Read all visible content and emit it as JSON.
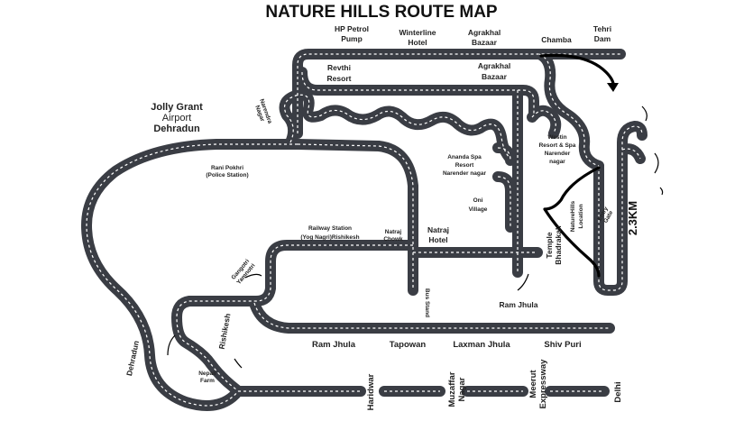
{
  "title": "NATURE HILLS ROUTE MAP",
  "places": {
    "hp_petrol_pump": [
      "HP Petrol",
      "Pump"
    ],
    "winterline_hotel": [
      "Winterline",
      "Hotel"
    ],
    "agrakhal_bazaar_top": [
      "Agrakhal",
      "Bazaar"
    ],
    "chamba": "Chamba",
    "tehri_dam": [
      "Tehri",
      "Dam"
    ],
    "revthi_resort": [
      "Revthi",
      "Resort"
    ],
    "agrakhal_bazaar_mid": [
      "Agrakhal",
      "Bazaar"
    ],
    "jolly_grant": [
      "Jolly Grant",
      "Airport",
      "Dehradun"
    ],
    "narendra_nagar": [
      "Narendra",
      "Nagar"
    ],
    "westin_resort": [
      "Westin",
      "Resort & Spa",
      "Narender",
      "nagar"
    ],
    "ananda_spa": [
      "Ananda Spa",
      "Resort",
      "Narender nagar"
    ],
    "rani_pokhri": [
      "Rani Pokhri",
      "(Police Station)"
    ],
    "oni_village": [
      "Oni",
      "Village"
    ],
    "naturehills_location": [
      "NatureHills",
      "Location"
    ],
    "entry_gate": [
      "Entry",
      "Gate"
    ],
    "distance": "2.3KM",
    "railway_station": [
      "Railway Station",
      "(Yog Nagri)Rishikesh"
    ],
    "natraj_chowk": [
      "Natraj",
      "Chowk"
    ],
    "natraj_hotel": [
      "Natraj",
      "Hotel"
    ],
    "temple": [
      "Temple",
      "Bhadrakali"
    ],
    "gangotri": [
      "Gangotri",
      "Yamnotri"
    ],
    "bus_stand": "Bus Stand",
    "ram_jhula_side": "Ram Jhula",
    "rishikesh": "Rishikesh",
    "dehradun_side": "Dehradun",
    "ram_jhula": "Ram Jhula",
    "tapowan": "Tapowan",
    "laxman_jhula": "Laxman Jhula",
    "shiv_puri": "Shiv Puri",
    "nepali_farm": [
      "Nepali",
      "Farm"
    ],
    "haridwar": "Haridwar",
    "muzaffar_nagar": [
      "Muzaffar",
      "Nagar"
    ],
    "meerut_expressway": [
      "Meerut",
      "Expressway"
    ],
    "delhi": "Delhi"
  },
  "colors": {
    "road": "#3a3d44",
    "lane_marking": "#ffffff",
    "highlight_route": "#000000",
    "text": "#222222"
  }
}
